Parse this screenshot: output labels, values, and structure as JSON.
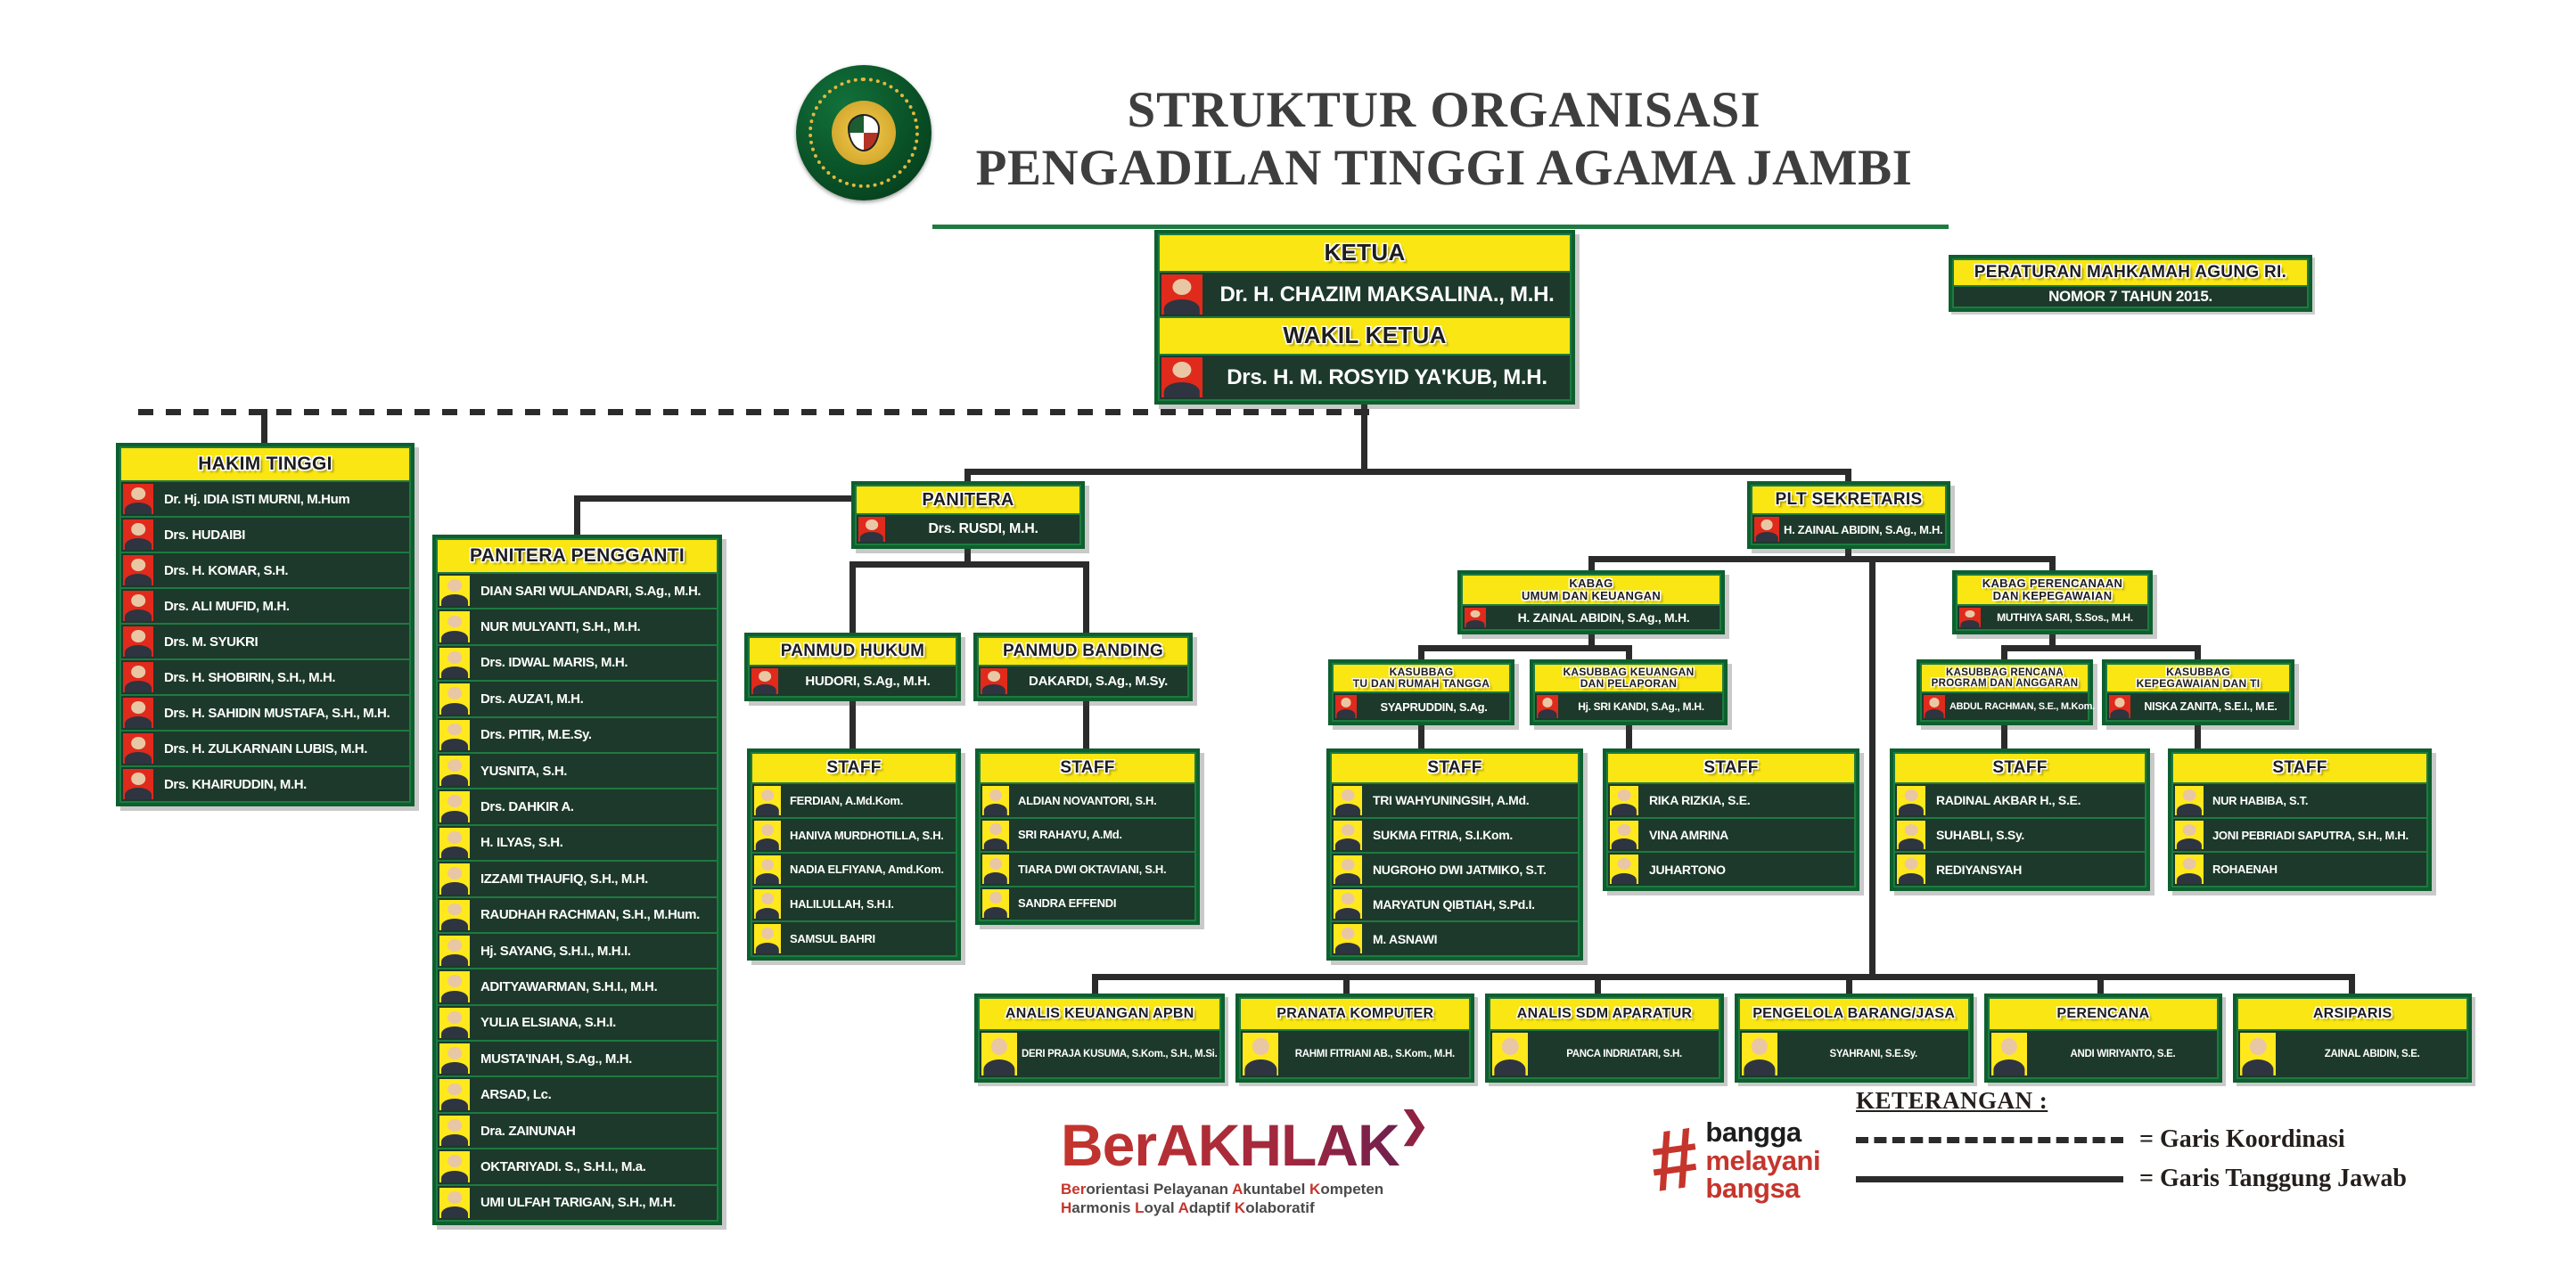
{
  "page_title": {
    "line1": "STRUKTUR ORGANISASI",
    "line2": "PENGADILAN TINGGI AGAMA JAMBI"
  },
  "regulation": {
    "line1": "PERATURAN MAHKAMAH AGUNG RI.",
    "line2": "NOMOR 7 TAHUN 2015."
  },
  "colors": {
    "header_yellow": "#F9E612",
    "panel_green": "#1D392B",
    "frame_green": "#0E5F2F",
    "line_dark": "#2B2B2B",
    "photo_red": "#E02A1C",
    "photo_yellow": "#FFE81C"
  },
  "ketua": {
    "title": "KETUA",
    "name": "Dr. H. CHAZIM MAKSALINA., M.H.",
    "photo": "red"
  },
  "wakil_ketua": {
    "title": "WAKIL KETUA",
    "name": "Drs. H. M. ROSYID YA'KUB, M.H.",
    "photo": "red"
  },
  "hakim_tinggi": {
    "title": "HAKIM TINGGI",
    "members": [
      {
        "name": "Dr. Hj. IDIA ISTI MURNI, M.Hum",
        "photo": "red"
      },
      {
        "name": "Drs. HUDAIBI",
        "photo": "red"
      },
      {
        "name": "Drs. H. KOMAR, S.H.",
        "photo": "red"
      },
      {
        "name": "Drs. ALI MUFID, M.H.",
        "photo": "red"
      },
      {
        "name": "Drs. M. SYUKRI",
        "photo": "red"
      },
      {
        "name": "Drs. H. SHOBIRIN, S.H., M.H.",
        "photo": "red"
      },
      {
        "name": "Drs. H. SAHIDIN MUSTAFA, S.H., M.H.",
        "photo": "red"
      },
      {
        "name": "Drs. H. ZULKARNAIN LUBIS, M.H.",
        "photo": "red"
      },
      {
        "name": "Drs. KHAIRUDDIN, M.H.",
        "photo": "red"
      }
    ]
  },
  "panitera_pengganti": {
    "title": "PANITERA PENGGANTI",
    "members": [
      {
        "name": "DIAN SARI WULANDARI, S.Ag., M.H.",
        "photo": "yellow"
      },
      {
        "name": "NUR MULYANTI, S.H., M.H.",
        "photo": "yellow"
      },
      {
        "name": "Drs. IDWAL MARIS, M.H.",
        "photo": "yellow"
      },
      {
        "name": "Drs. AUZA'I, M.H.",
        "photo": "yellow"
      },
      {
        "name": "Drs. PITIR, M.E.Sy.",
        "photo": "yellow"
      },
      {
        "name": "YUSNITA, S.H.",
        "photo": "yellow"
      },
      {
        "name": "Drs. DAHKIR A.",
        "photo": "yellow"
      },
      {
        "name": "H. ILYAS, S.H.",
        "photo": "yellow"
      },
      {
        "name": "IZZAMI THAUFIQ, S.H., M.H.",
        "photo": "yellow"
      },
      {
        "name": "RAUDHAH RACHMAN, S.H., M.Hum.",
        "photo": "yellow"
      },
      {
        "name": "Hj. SAYANG, S.H.I., M.H.I.",
        "photo": "yellow"
      },
      {
        "name": "ADITYAWARMAN, S.H.I., M.H.",
        "photo": "yellow"
      },
      {
        "name": "YULIA ELSIANA, S.H.I.",
        "photo": "yellow"
      },
      {
        "name": "MUSTA'INAH, S.Ag., M.H.",
        "photo": "yellow"
      },
      {
        "name": "ARSAD, Lc.",
        "photo": "yellow"
      },
      {
        "name": "Dra. ZAINUNAH",
        "photo": "yellow"
      },
      {
        "name": "OKTARIYADI. S., S.H.I., M.a.",
        "photo": "yellow"
      },
      {
        "name": "UMI ULFAH TARIGAN, S.H., M.H.",
        "photo": "yellow"
      }
    ]
  },
  "panitera": {
    "title": "PANITERA",
    "name": "Drs. RUSDI, M.H.",
    "photo": "red"
  },
  "panmud_hukum": {
    "title": "PANMUD HUKUM",
    "name": "HUDORI, S.Ag., M.H.",
    "photo": "red",
    "staff": {
      "title": "STAFF",
      "members": [
        {
          "name": "FERDIAN, A.Md.Kom.",
          "photo": "yellow"
        },
        {
          "name": "HANIVA MURDHOTILLA, S.H.",
          "photo": "yellow"
        },
        {
          "name": "NADIA ELFIYANA, Amd.Kom.",
          "photo": "yellow"
        },
        {
          "name": "HALILULLAH, S.H.I.",
          "photo": "yellow"
        },
        {
          "name": "SAMSUL BAHRI",
          "photo": "yellow"
        }
      ]
    }
  },
  "panmud_banding": {
    "title": "PANMUD BANDING",
    "name": "DAKARDI, S.Ag., M.Sy.",
    "photo": "red",
    "staff": {
      "title": "STAFF",
      "members": [
        {
          "name": "ALDIAN NOVANTORI, S.H.",
          "photo": "yellow"
        },
        {
          "name": "SRI RAHAYU, A.Md.",
          "photo": "yellow"
        },
        {
          "name": "TIARA DWI OKTAVIANI, S.H.",
          "photo": "yellow"
        },
        {
          "name": "SANDRA EFFENDI",
          "photo": "yellow"
        }
      ]
    }
  },
  "sekretaris": {
    "title": "PLT SEKRETARIS",
    "name": "H. ZAINAL ABIDIN, S.Ag., M.H.",
    "photo": "red"
  },
  "kabag_umum": {
    "title_line1": "KABAG",
    "title_line2": "UMUM DAN KEUANGAN",
    "name": "H. ZAINAL ABIDIN, S.Ag., M.H.",
    "photo": "red"
  },
  "kabag_perencanaan": {
    "title_line1": "KABAG PERENCANAAN",
    "title_line2": "DAN KEPEGAWAIAN",
    "name": "MUTHIYA SARI, S.Sos., M.H.",
    "photo": "red"
  },
  "kasubbag_tu": {
    "title_line1": "KASUBBAG",
    "title_line2": "TU DAN RUMAH TANGGA",
    "name": "SYAPRUDDIN, S.Ag.",
    "photo": "red",
    "staff": {
      "title": "STAFF",
      "members": [
        {
          "name": "TRI WAHYUNINGSIH, A.Md.",
          "photo": "yellow"
        },
        {
          "name": "SUKMA FITRIA, S.I.Kom.",
          "photo": "yellow"
        },
        {
          "name": "NUGROHO DWI JATMIKO, S.T.",
          "photo": "yellow"
        },
        {
          "name": "MARYATUN QIBTIAH, S.Pd.I.",
          "photo": "yellow"
        },
        {
          "name": "M. ASNAWI",
          "photo": "yellow"
        }
      ]
    }
  },
  "kasubbag_keuangan": {
    "title_line1": "KASUBBAG KEUANGAN",
    "title_line2": "DAN PELAPORAN",
    "name": "Hj. SRI KANDI, S.Ag., M.H.",
    "photo": "red",
    "staff": {
      "title": "STAFF",
      "members": [
        {
          "name": "RIKA RIZKIA, S.E.",
          "photo": "yellow"
        },
        {
          "name": "VINA AMRINA",
          "photo": "yellow"
        },
        {
          "name": "JUHARTONO",
          "photo": "yellow"
        }
      ]
    }
  },
  "kasubbag_rencana": {
    "title_line1": "KASUBBAG RENCANA",
    "title_line2": "PROGRAM DAN ANGGARAN",
    "name": "ABDUL RACHMAN, S.E., M.Kom.",
    "photo": "red",
    "staff": {
      "title": "STAFF",
      "members": [
        {
          "name": "RADINAL AKBAR H., S.E.",
          "photo": "yellow"
        },
        {
          "name": "SUHABLI, S.Sy.",
          "photo": "yellow"
        },
        {
          "name": "REDIYANSYAH",
          "photo": "yellow"
        }
      ]
    }
  },
  "kasubbag_kepegawaian": {
    "title_line1": "KASUBBAG",
    "title_line2": "KEPEGAWAIAN DAN TI",
    "name": "NISKA ZANITA, S.E.I., M.E.",
    "photo": "red",
    "staff": {
      "title": "STAFF",
      "members": [
        {
          "name": "NUR HABIBA, S.T.",
          "photo": "yellow"
        },
        {
          "name": "JONI PEBRIADI SAPUTRA, S.H., M.H.",
          "photo": "yellow"
        },
        {
          "name": "ROHAENAH",
          "photo": "yellow"
        }
      ]
    }
  },
  "functional": [
    {
      "title": "ANALIS KEUANGAN APBN",
      "name": "DERI PRAJA KUSUMA, S.Kom., S.H., M.Si.",
      "photo": "yellow"
    },
    {
      "title": "PRANATA KOMPUTER",
      "name": "RAHMI FITRIANI AB., S.Kom., M.H.",
      "photo": "yellow"
    },
    {
      "title": "ANALIS SDM APARATUR",
      "name": "PANCA INDRIATARI, S.H.",
      "photo": "yellow"
    },
    {
      "title": "PENGELOLA BARANG/JASA",
      "name": "SYAHRANI, S.E.Sy.",
      "photo": "yellow"
    },
    {
      "title": "PERENCANA",
      "name": "ANDI WIRIYANTO, S.E.",
      "photo": "yellow"
    },
    {
      "title": "ARSIPARIS",
      "name": "ZAINAL ABIDIN, S.E.",
      "photo": "yellow"
    }
  ],
  "keterangan": {
    "title": "KETERANGAN :",
    "items": [
      {
        "line": "dashed",
        "label": "=  Garis Koordinasi"
      },
      {
        "line": "solid",
        "label": "=  Garis Tanggung Jawab"
      }
    ]
  },
  "berakhlak": {
    "word": "BerAKHLAK",
    "chevron": "❯",
    "tagline1": [
      {
        "t": "Ber",
        "k": "r"
      },
      {
        "t": "orientasi Pelayanan ",
        "k": "d"
      },
      {
        "t": "A",
        "k": "r"
      },
      {
        "t": "kuntabel ",
        "k": "d"
      },
      {
        "t": "K",
        "k": "r"
      },
      {
        "t": "ompeten",
        "k": "d"
      }
    ],
    "tagline2": [
      {
        "t": "H",
        "k": "r"
      },
      {
        "t": "armonis ",
        "k": "d"
      },
      {
        "t": "L",
        "k": "r"
      },
      {
        "t": "oyal ",
        "k": "d"
      },
      {
        "t": "A",
        "k": "r"
      },
      {
        "t": "daptif ",
        "k": "d"
      },
      {
        "t": "K",
        "k": "r"
      },
      {
        "t": "olaboratif",
        "k": "d"
      }
    ]
  },
  "bangga": {
    "hash": "#",
    "line1": "bangga",
    "line2": "melayani",
    "line3": "bangsa"
  }
}
